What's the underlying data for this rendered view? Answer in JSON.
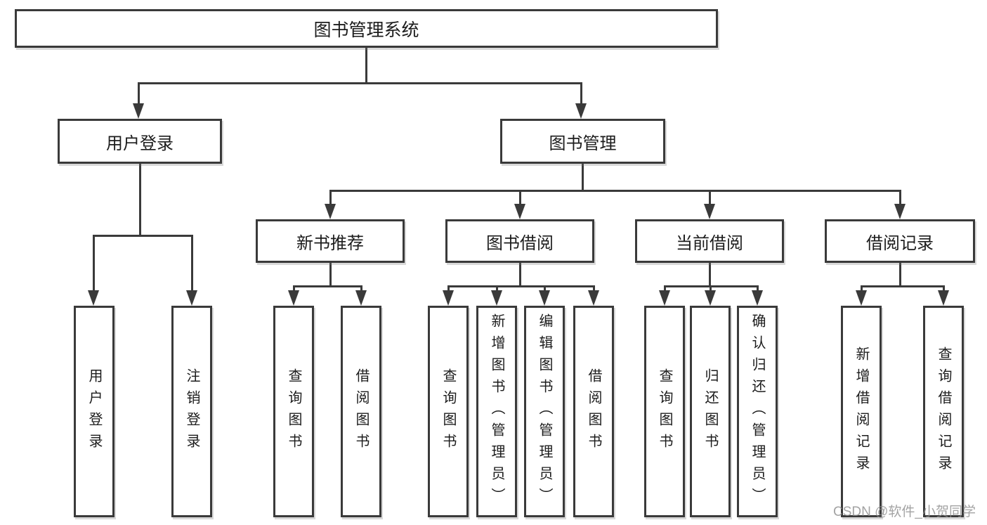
{
  "nodes": {
    "root": {
      "label": "图书管理系统"
    },
    "level2": [
      {
        "id": "user-login",
        "label": "用户登录"
      },
      {
        "id": "book-management",
        "label": "图书管理"
      }
    ],
    "level3": [
      {
        "id": "new-book-recommendation",
        "label": "新书推荐",
        "parent": "图书管理"
      },
      {
        "id": "book-borrowing",
        "label": "图书借阅",
        "parent": "图书管理"
      },
      {
        "id": "current-borrowing",
        "label": "当前借阅",
        "parent": "图书管理"
      },
      {
        "id": "borrowing-records",
        "label": "借阅记录",
        "parent": "图书管理"
      }
    ],
    "leaves": [
      {
        "label": "用户登录",
        "parent": "用户登录"
      },
      {
        "label": "注销登录",
        "parent": "用户登录"
      },
      {
        "label": "查询图书",
        "parent": "新书推荐"
      },
      {
        "label": "借阅图书",
        "parent": "新书推荐"
      },
      {
        "label": "查询图书",
        "parent": "图书借阅"
      },
      {
        "label": "新增图书（管理员）",
        "parent": "图书借阅"
      },
      {
        "label": "编辑图书（管理员）",
        "parent": "图书借阅"
      },
      {
        "label": "借阅图书",
        "parent": "图书借阅"
      },
      {
        "label": "查询图书",
        "parent": "当前借阅"
      },
      {
        "label": "归还图书",
        "parent": "当前借阅"
      },
      {
        "label": "确认归还（管理员）",
        "parent": "当前借阅"
      },
      {
        "label": "新增借阅记录",
        "parent": "借阅记录"
      },
      {
        "label": "查询借阅记录",
        "parent": "借阅记录"
      }
    ]
  },
  "watermark": {
    "text": "CSDN @软件_小贺同学"
  },
  "colors": {
    "line": "#3a3a3a",
    "text": "#1c1c1c",
    "watermark": "#8c8c8c",
    "background": "#ffffff"
  }
}
